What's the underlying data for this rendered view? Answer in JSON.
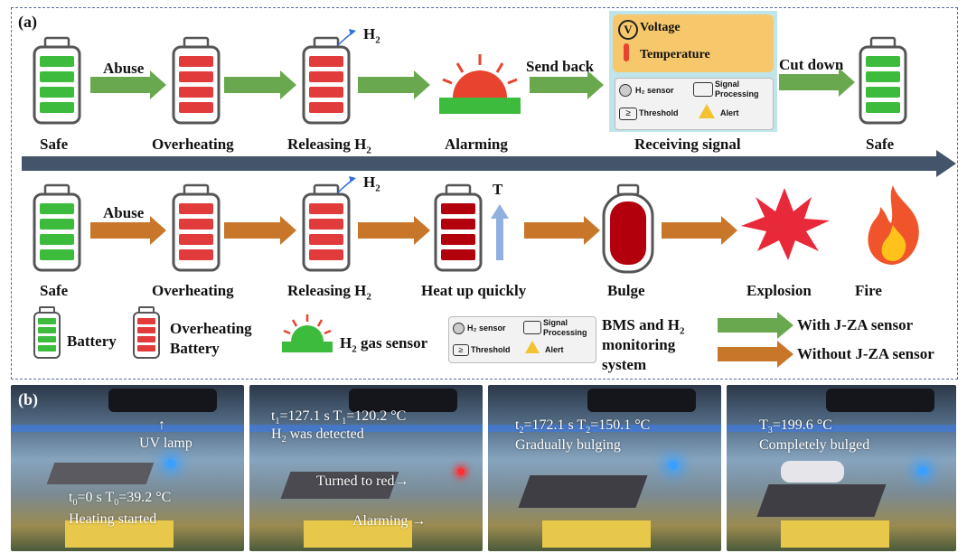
{
  "panel_a": {
    "tag": "(a)",
    "top_row": {
      "labels": [
        "Safe",
        "Overheating",
        "Releasing H",
        "Alarming",
        "Receiving signal",
        "Safe"
      ],
      "releasing_sub": "2",
      "arrows": [
        "Abuse",
        "Send back",
        "Cut down"
      ],
      "h2_tag": "H",
      "h2_sub": "2",
      "signal_box": {
        "voltage": "Voltage",
        "temperature": "Temperature",
        "h2_sensor": "H₂ sensor",
        "signal_processing_1": "Signal",
        "signal_processing_2": "Processing",
        "threshold": "Threshold",
        "alert": "Alert"
      }
    },
    "bottom_row": {
      "labels": [
        "Safe",
        "Overheating",
        "Releasing H",
        "Heat up quickly",
        "Bulge",
        "Explosion",
        "Fire"
      ],
      "releasing_sub": "2",
      "abuse": "Abuse",
      "t_label": "T",
      "h2_tag": "H",
      "h2_sub": "2"
    },
    "legend": {
      "battery": "Battery",
      "overheating_1": "Overheating",
      "overheating_2": "Battery",
      "h2_sensor": "H",
      "h2_sensor_sub": "2",
      "h2_sensor_rest": " gas sensor",
      "bms_1": "BMS and H",
      "bms_sub": "2",
      "bms_2": "monitoring",
      "bms_3": "system",
      "with": "With J-ZA sensor",
      "without": "Without J-ZA sensor",
      "box": {
        "h2_sensor": "H₂ sensor",
        "signal_processing_1": "Signal",
        "signal_processing_2": "Processing",
        "threshold": "Threshold",
        "alert": "Alert"
      }
    },
    "colors": {
      "green": "#6aa84f",
      "orange": "#c8762a",
      "blue_arrow": "#44546a",
      "battery_green": "#3dbb3d",
      "battery_red": "#e23b3b",
      "dark_red": "#b3000d"
    }
  },
  "panel_b": {
    "tag": "(b)",
    "photos": [
      {
        "uv": "UV lamp",
        "arrow": "↑",
        "l1": "t",
        "l1_sub": "0",
        "l1_rest": "=0 s   T",
        "l1_sub2": "0",
        "l1_rest2": "=39.2 °C",
        "l2": "Heating started"
      },
      {
        "l1": "t",
        "l1_sub": "1",
        "l1_rest": "=127.1 s   T",
        "l1_sub2": "1",
        "l1_rest2": "=120.2 °C",
        "l2a": "H",
        "l2_sub": "2",
        "l2_rest": " was detected",
        "l3": "Turned to red→",
        "l4": "Alarming →"
      },
      {
        "l1": "t",
        "l1_sub": "2",
        "l1_rest": "=172.1   s   T",
        "l1_sub2": "2",
        "l1_rest2": "=150.1 °C",
        "l2": "Gradually bulging"
      },
      {
        "l1": "T",
        "l1_sub": "3",
        "l1_rest": "=199.6 °C",
        "l2": "Completely bulged"
      }
    ]
  }
}
